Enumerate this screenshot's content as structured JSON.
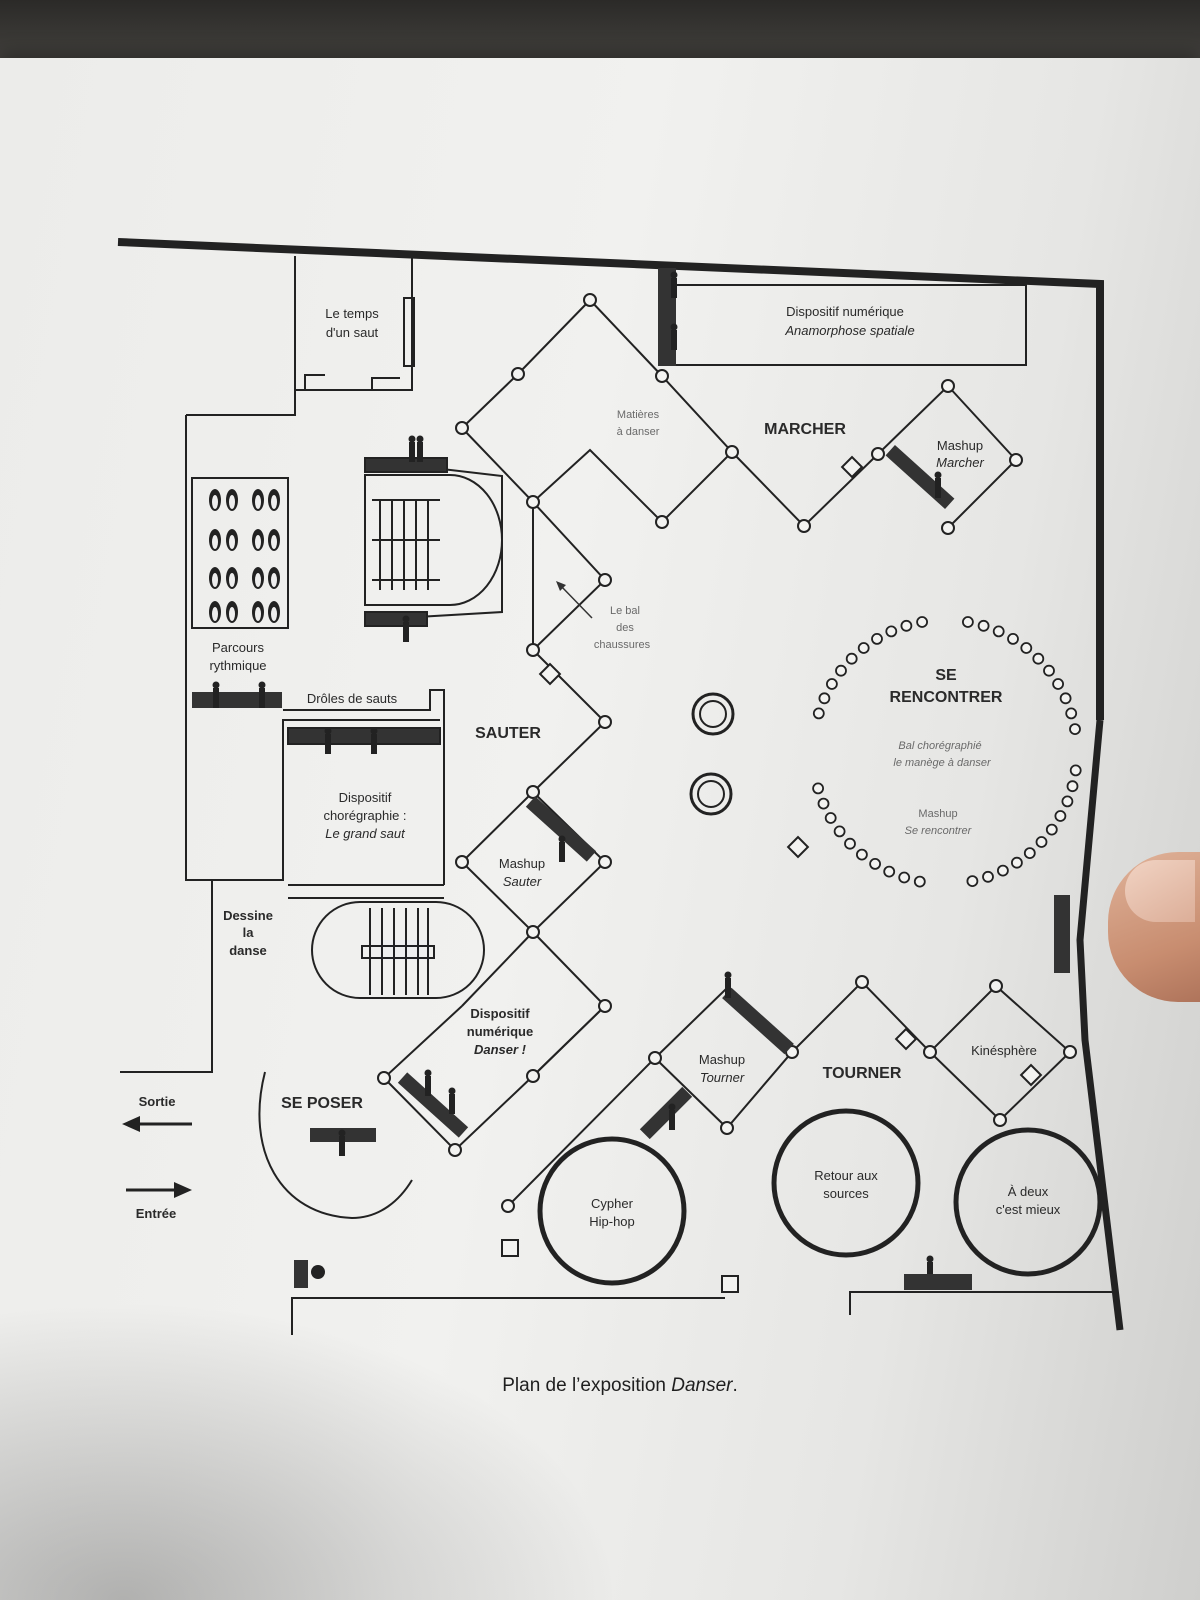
{
  "plan": {
    "sections": {
      "marcher": "MARCHER",
      "sauter": "SAUTER",
      "se_rencontrer_1": "SE",
      "se_rencontrer_2": "RENCONTRER",
      "tourner": "TOURNER",
      "se_poser": "SE POSER"
    },
    "rooms": {
      "temps_saut_1": "Le temps",
      "temps_saut_2": "d'un saut",
      "anamorphose_1": "Dispositif numérique",
      "anamorphose_2": "Anamorphose spatiale",
      "matieres_1": "Matières",
      "matieres_2": "à danser",
      "mashup_marcher_1": "Mashup",
      "mashup_marcher_2": "Marcher",
      "bal_chaussures_1": "Le bal",
      "bal_chaussures_2": "des",
      "bal_chaussures_3": "chaussures",
      "parcours_1": "Parcours",
      "parcours_2": "rythmique",
      "droles_sauts": "Drôles de sauts",
      "grand_saut_1": "Dispositif",
      "grand_saut_2": "chorégraphie :",
      "grand_saut_3": "Le grand saut",
      "bal_chore_1": "Bal chorégraphié",
      "bal_chore_2": "le manège à danser",
      "mashup_rencontrer_1": "Mashup",
      "mashup_rencontrer_2": "Se rencontrer",
      "mashup_sauter_1": "Mashup",
      "mashup_sauter_2": "Sauter",
      "dessine_1": "Dessine",
      "dessine_2": "la",
      "dessine_3": "danse",
      "danser_1": "Dispositif",
      "danser_2": "numérique",
      "danser_3": "Danser !",
      "mashup_tourner_1": "Mashup",
      "mashup_tourner_2": "Tourner",
      "kinesphere": "Kinésphère",
      "cypher_1": "Cypher",
      "cypher_2": "Hip-hop",
      "retour_1": "Retour aux",
      "retour_2": "sources",
      "adeux_1": "À deux",
      "adeux_2": "c'est mieux"
    },
    "legend": {
      "sortie": "Sortie",
      "entree": "Entrée"
    },
    "caption_prefix": "Plan de l’exposition ",
    "caption_title": "Danser",
    "caption_suffix": "."
  },
  "colors": {
    "ink": "#2a2a2a",
    "paper": "#f0f0ee"
  },
  "icons": [
    "footprint-icon",
    "visitor-icon",
    "bench-icon",
    "arrow-left-icon",
    "arrow-right-icon",
    "circle-marker-icon"
  ]
}
